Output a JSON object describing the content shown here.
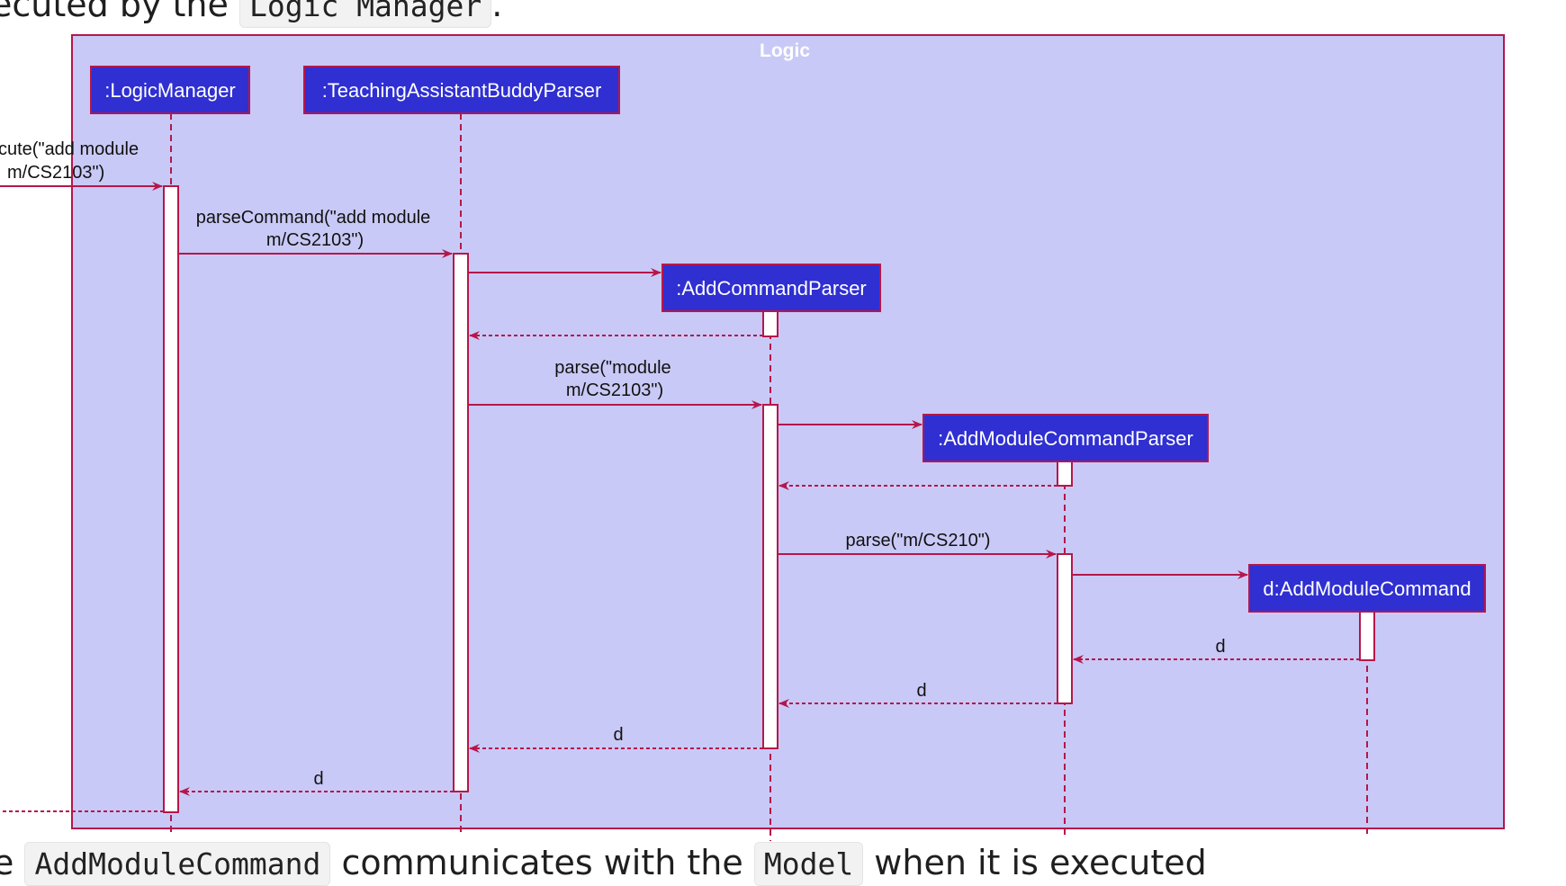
{
  "prose_top": {
    "text_before": "ecuted by the",
    "code": "Logic Manager",
    "text_after": "."
  },
  "prose_bottom": {
    "text_1": "e",
    "code_1": "AddModuleCommand",
    "text_2": "communicates with the",
    "code_2": "Model",
    "text_3": "when it is executed"
  },
  "diagram": {
    "frame_label": "Logic",
    "participants": [
      {
        "id": "lm",
        "label": ":LogicManager"
      },
      {
        "id": "tabp",
        "label": ":TeachingAssistantBuddyParser"
      },
      {
        "id": "acp",
        "label": ":AddCommandParser"
      },
      {
        "id": "amcp",
        "label": ":AddModuleCommandParser"
      },
      {
        "id": "amc",
        "label": "d:AddModuleCommand"
      }
    ],
    "messages": [
      {
        "id": "m-execute",
        "kind": "call",
        "lines": [
          "cute(\"add module",
          "m/CS2103\")"
        ]
      },
      {
        "id": "m-parsecommand",
        "kind": "call",
        "lines": [
          "parseCommand(\"add module",
          "m/CS2103\")"
        ]
      },
      {
        "id": "m-create-acp",
        "kind": "create",
        "lines": []
      },
      {
        "id": "m-return-acp",
        "kind": "return",
        "lines": []
      },
      {
        "id": "m-parse-module",
        "kind": "call",
        "lines": [
          "parse(\"module",
          "m/CS2103\")"
        ]
      },
      {
        "id": "m-create-amcp",
        "kind": "create",
        "lines": []
      },
      {
        "id": "m-return-amcp",
        "kind": "return",
        "lines": []
      },
      {
        "id": "m-parse-cs210",
        "kind": "call",
        "lines": [
          "parse(\"m/CS210\")"
        ]
      },
      {
        "id": "m-create-amc",
        "kind": "create",
        "lines": []
      },
      {
        "id": "m-return-d1",
        "kind": "return",
        "lines": [
          "d"
        ]
      },
      {
        "id": "m-return-d2",
        "kind": "return",
        "lines": [
          "d"
        ]
      },
      {
        "id": "m-return-d3",
        "kind": "return",
        "lines": [
          "d"
        ]
      },
      {
        "id": "m-return-d4",
        "kind": "return",
        "lines": [
          "d"
        ]
      },
      {
        "id": "m-return-out",
        "kind": "return",
        "lines": []
      }
    ],
    "colors": {
      "frame_fill": "#c9c9f7",
      "stroke": "#b5174a",
      "box_fill": "#2f2fd2",
      "box_text": "#ffffff",
      "activation_fill": "#ffffff",
      "text": "#111111",
      "frame_label": "#ffffff"
    }
  }
}
